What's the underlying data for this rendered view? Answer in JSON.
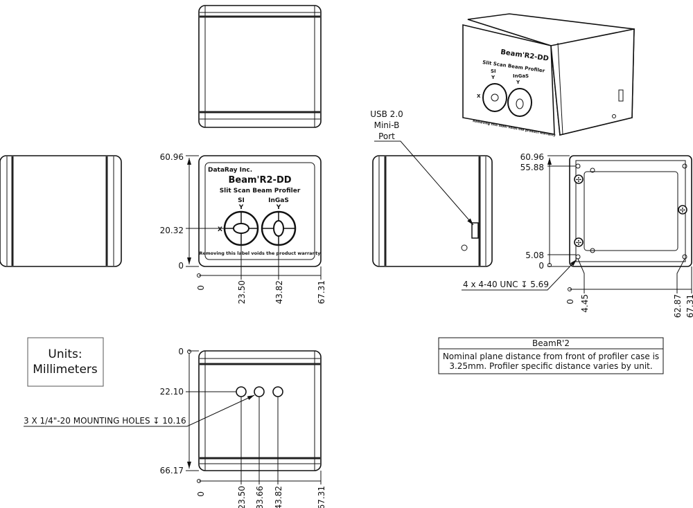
{
  "units_box": {
    "line1": "Units:",
    "line2": "Millimeters"
  },
  "front_label": {
    "company": "DataRay Inc.",
    "model": "Beam'R2-DD",
    "subtitle": "Slit Scan Beam Profiler",
    "sensor_left": "SI",
    "sensor_right": "InGaS",
    "axis_y": "Y",
    "axis_x": "X",
    "warning": "Removing this label voids the product warranty"
  },
  "front_view": {
    "vertical_dims": [
      "60.96",
      "20.32",
      "0"
    ],
    "horizontal_dims": [
      "0",
      "23.50",
      "43.82",
      "67.31"
    ]
  },
  "side_view": {
    "usb_callout": [
      "USB 2.0",
      "Mini-B",
      "Port"
    ]
  },
  "back_view": {
    "vertical_dims": [
      "60.96",
      "55.88",
      "5.08",
      "0"
    ],
    "horizontal_dims": [
      "0",
      "4.45",
      "62.87",
      "67.31"
    ],
    "thread_note": "4 x 4-40 UNC ↧ 5.69"
  },
  "bottom_view": {
    "vertical_dims": [
      "0",
      "22.10",
      "66.17"
    ],
    "horizontal_dims": [
      "0",
      "23.50",
      "33.66",
      "43.82",
      "67.31"
    ],
    "mounting_note": "3 X 1/4\"-20 MOUNTING HOLES ↧ 10.16"
  },
  "note_table": {
    "header": "BeamR'2",
    "line1": "Nominal plane distance from front of profiler case is",
    "line2": "3.25mm. Profiler specific distance varies by unit."
  },
  "iso_label": {
    "model": "Beam'R2-DD",
    "subtitle": "Slit Scan Beam Profiler",
    "sensor_left": "SI",
    "sensor_right": "InGaS",
    "axis_y": "Y",
    "axis_x": "X",
    "warning": "Removing this label voids the product warranty"
  }
}
